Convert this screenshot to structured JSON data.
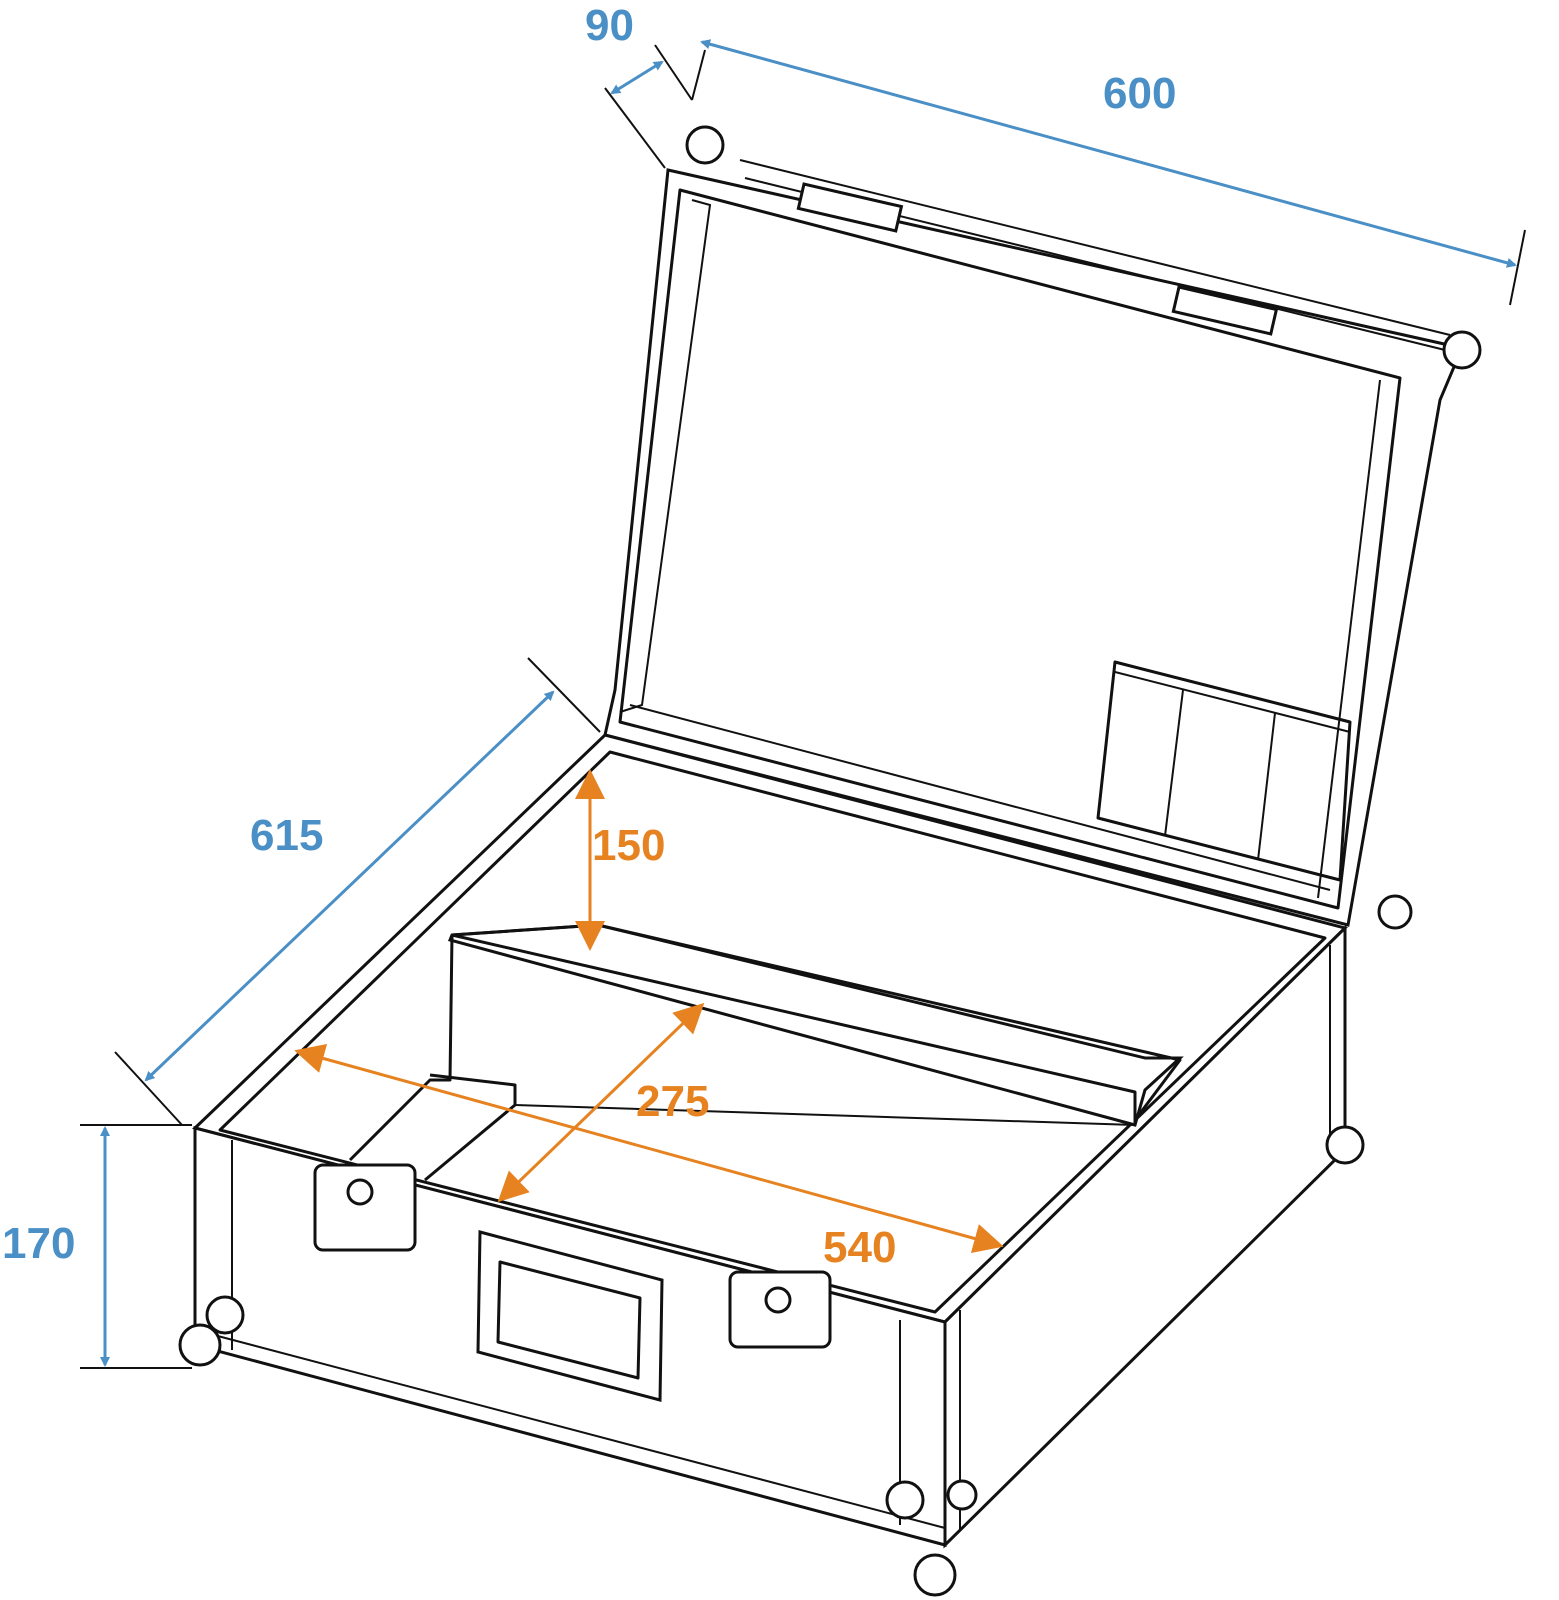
{
  "title": "Flight case dimension drawing",
  "colors": {
    "outer_dimension": "#4a8fc6",
    "inner_dimension": "#e6821f",
    "outline": "#111111"
  },
  "dimensions": {
    "outer": {
      "lid_height": "90",
      "width": "600",
      "depth": "615",
      "base_height": "170"
    },
    "inner": {
      "depth": "150",
      "compartment": "275",
      "width": "540"
    }
  }
}
